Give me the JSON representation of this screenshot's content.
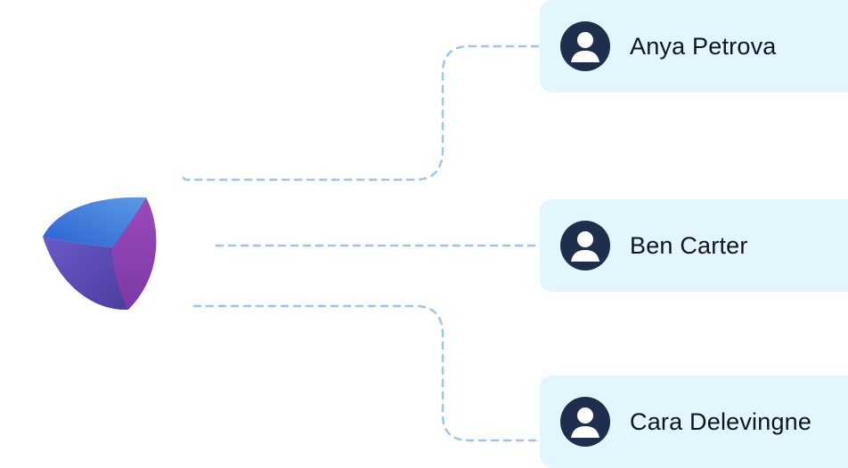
{
  "users": [
    {
      "name": "Anya Petrova",
      "icon": "user-avatar-icon"
    },
    {
      "name": "Ben Carter",
      "icon": "user-avatar-icon"
    },
    {
      "name": "Cara Delevingne",
      "icon": "user-avatar-icon"
    }
  ],
  "colors": {
    "card_background": "#e3f5fd",
    "avatar": "#1f2e4c",
    "connector": "#9cc3f2",
    "logo_blue": "#2f6fd6",
    "logo_purple": "#8e3fae"
  },
  "logo": {
    "icon": "tri-petal-logo-icon"
  }
}
